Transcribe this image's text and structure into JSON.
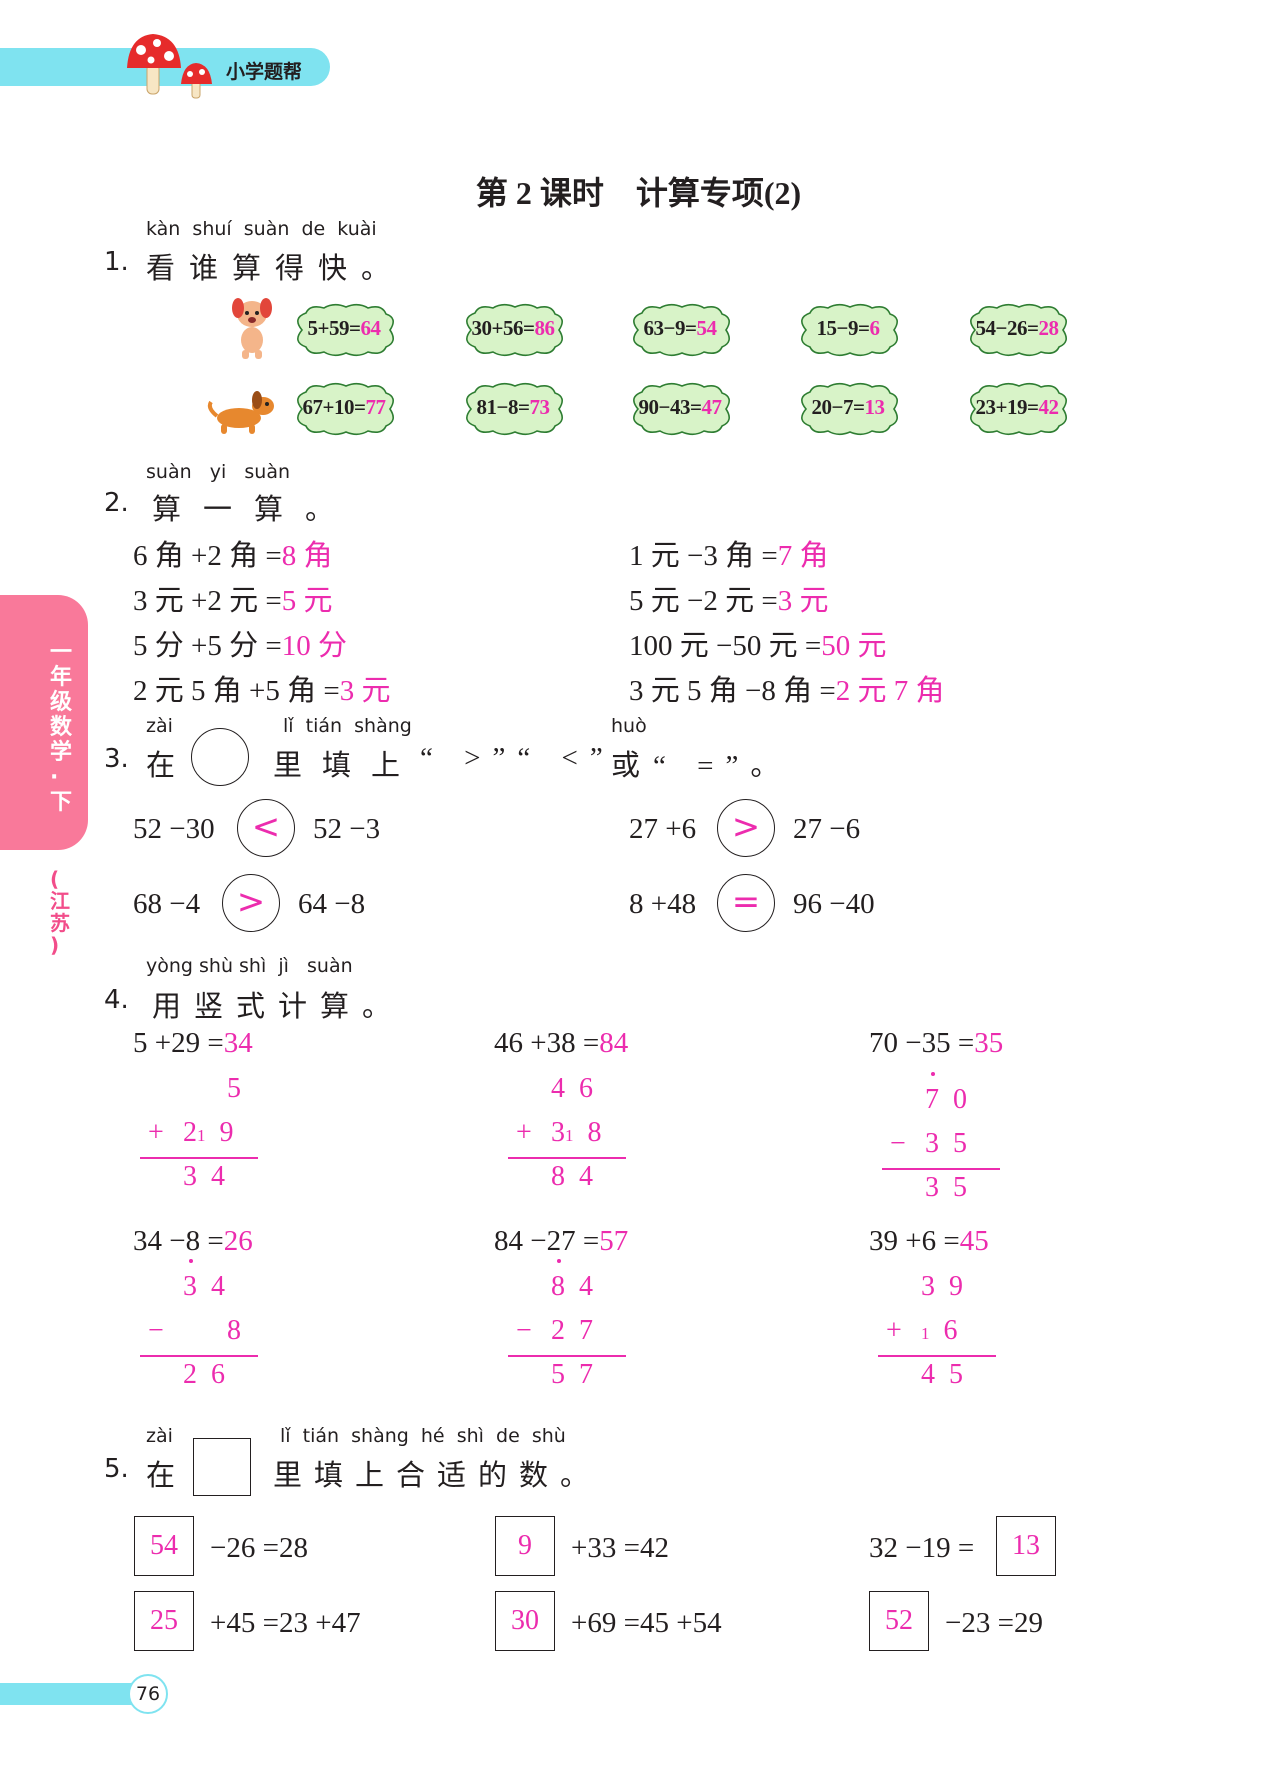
{
  "header": {
    "brand": "小学题帮"
  },
  "title": "第 2 课时　计算专项(2)",
  "side_tab": {
    "grade": "一年级数学·下",
    "region": "(江苏)"
  },
  "page_number": "76",
  "q1": {
    "num": "1.",
    "pinyin": "kàn  shuí  suàn  de  kuài",
    "text": "看谁算得快。",
    "row1": [
      {
        "q": "5+59=",
        "a": "64"
      },
      {
        "q": "30+56=",
        "a": "86"
      },
      {
        "q": "63−9=",
        "a": "54"
      },
      {
        "q": "15−9=",
        "a": "6"
      },
      {
        "q": "54−26=",
        "a": "28"
      }
    ],
    "row2": [
      {
        "q": "67+10=",
        "a": "77"
      },
      {
        "q": "81−8=",
        "a": "73"
      },
      {
        "q": "90−43=",
        "a": "47"
      },
      {
        "q": "20−7=",
        "a": "13"
      },
      {
        "q": "23+19=",
        "a": "42"
      }
    ]
  },
  "q2": {
    "num": "2.",
    "pinyin": "suàn   yi   suàn",
    "text": "算一算。",
    "left": [
      {
        "q": "6 角 +2 角 =",
        "a": "8 角"
      },
      {
        "q": "3 元 +2 元 =",
        "a": "5 元"
      },
      {
        "q": "5 分 +5 分 =",
        "a": "10 分"
      },
      {
        "q": "2 元 5 角 +5 角 =",
        "a": "3 元"
      }
    ],
    "right": [
      {
        "q": "1 元 −3 角 =",
        "a": "7 角"
      },
      {
        "q": "5 元 −2 元 =",
        "a": "3 元"
      },
      {
        "q": "100 元 −50 元 =",
        "a": "50 元"
      },
      {
        "q": "3 元 5 角 −8 角 =",
        "a": "2 元 7 角"
      }
    ]
  },
  "q3": {
    "num": "3.",
    "pinyin_a": "zài",
    "pinyin_b": "lǐ  tián  shàng",
    "pinyin_c": "huò",
    "text_a": "在",
    "text_b": "里填上",
    "text_c": "“ >”“ <”",
    "text_d": "或",
    "text_e": "“ =”。",
    "items": [
      {
        "l": "52 −30",
        "s": "<",
        "r": "52 −3"
      },
      {
        "l": "27 +6",
        "s": ">",
        "r": "27 −6"
      },
      {
        "l": "68 −4",
        "s": ">",
        "r": "64 −8"
      },
      {
        "l": "8 +48",
        "s": "=",
        "r": "96 −40"
      }
    ]
  },
  "q4": {
    "num": "4.",
    "pinyin": "yòng shù shì  jì   suàn",
    "text": "用竖式计算。",
    "items": [
      {
        "q": "5 +29 =",
        "a": "34",
        "top": "5",
        "op": "+",
        "bot": "2",
        "carry": "1",
        "bot2": "9",
        "res": "3  4"
      },
      {
        "q": "46 +38 =",
        "a": "84",
        "top": "4  6",
        "op": "+",
        "bot": "3",
        "carry": "1",
        "bot2": "8",
        "res": "8  4"
      },
      {
        "q": "70 −35 =",
        "a": "35",
        "top": "7  0",
        "op": "−",
        "bot": "3  5",
        "res": "3  5"
      },
      {
        "q": "34 −8 =",
        "a": "26",
        "top": "3  4",
        "op": "−",
        "bot": "8",
        "res": "2  6"
      },
      {
        "q": "84 −27 =",
        "a": "57",
        "top": "8  4",
        "op": "−",
        "bot": "2  7",
        "res": "5  7"
      },
      {
        "q": "39 +6 =",
        "a": "45",
        "top": "3  9",
        "op": "+",
        "bot": "1",
        "bot2": "6",
        "res": "4  5"
      }
    ]
  },
  "q5": {
    "num": "5.",
    "pinyin_a": "zài",
    "pinyin_b": "lǐ  tián  shàng  hé  shì  de  shù",
    "text_a": "在",
    "text_b": "里填上合适的数。",
    "items": [
      {
        "box": "54",
        "rest": "−26 =28"
      },
      {
        "box": "9",
        "rest": "+33 =42"
      },
      {
        "pre": "32 −19 =",
        "box": "13"
      },
      {
        "box": "25",
        "rest": "+45 =23 +47"
      },
      {
        "box": "30",
        "rest": "+69 =45 +54"
      },
      {
        "box": "52",
        "rest": "−23 =29"
      }
    ]
  }
}
